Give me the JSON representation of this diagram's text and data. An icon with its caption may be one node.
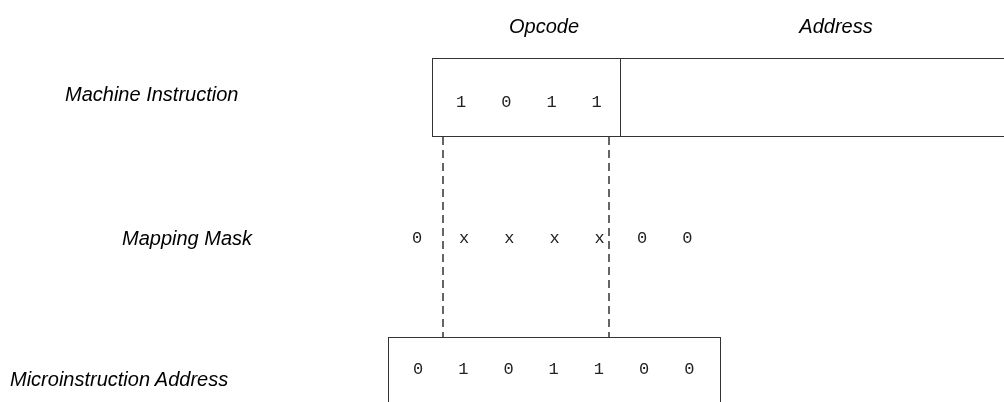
{
  "diagram": {
    "nodes": [
      {
        "text": [
          "Opcode",
          "1 0 1 1"
        ]
      },
      {
        "text": [
          "Address"
        ]
      },
      {
        "text": [
          "0 1 0 1 1 0 0"
        ]
      }
    ],
    "edges": [
      {
        "from": 0,
        "to": 2,
        "arrow": "none",
        "style": "dashed"
      },
      {
        "from": 0,
        "to": 2,
        "arrow": "none",
        "style": "dashed"
      }
    ],
    "labels": [
      "Machine Instruction",
      "Mapping Mask",
      "0",
      "x x x x",
      "0 0",
      "Microinstruction Address"
    ]
  }
}
